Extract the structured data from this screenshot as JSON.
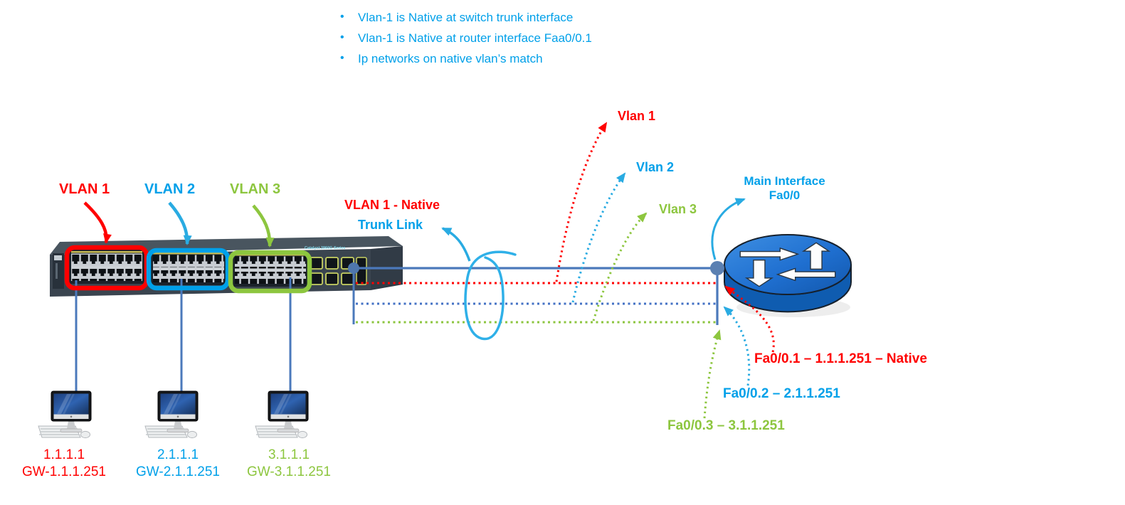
{
  "notes": {
    "items": [
      "Vlan-1 is Native at switch trunk interface",
      "Vlan-1 is Native at router interface Faa0/0.1",
      "Ip networks on native vlan’s match"
    ]
  },
  "switch": {
    "model": "Catalyst 2960G Series",
    "vlan_groups": [
      {
        "label": "VLAN 1",
        "color": "#ff0000"
      },
      {
        "label": "VLAN 2",
        "color": "#00a0e9"
      },
      {
        "label": "VLAN 3",
        "color": "#8dc63f"
      }
    ]
  },
  "trunk": {
    "native_label": "VLAN 1 - Native",
    "link_label": "Trunk Link"
  },
  "vlan_flows": [
    {
      "label": "Vlan 1",
      "color": "#ff0000"
    },
    {
      "label": "Vlan 2",
      "color": "#00a0e9"
    },
    {
      "label": "Vlan 3",
      "color": "#8dc63f"
    }
  ],
  "router": {
    "main_interface_title": "Main Interface",
    "main_interface_name": "Fa0/0",
    "subinterfaces": [
      {
        "label": "Fa0/0.1 – 1.1.1.251 – Native",
        "color": "#ff0000"
      },
      {
        "label": "Fa0/0.2 – 2.1.1.251",
        "color": "#00a0e9"
      },
      {
        "label": "Fa0/0.3 – 3.1.1.251",
        "color": "#8dc63f"
      }
    ]
  },
  "hosts": [
    {
      "ip": "1.1.1.1",
      "gateway": "GW-1.1.1.251",
      "color": "#ff0000"
    },
    {
      "ip": "2.1.1.1",
      "gateway": "GW-2.1.1.251",
      "color": "#00a0e9"
    },
    {
      "ip": "3.1.1.1",
      "gateway": "GW-3.1.1.251",
      "color": "#8dc63f"
    }
  ],
  "colors": {
    "link_line": "#4b79bb",
    "blue_dotted": "#4472c4",
    "annotation": "#29abe2"
  }
}
